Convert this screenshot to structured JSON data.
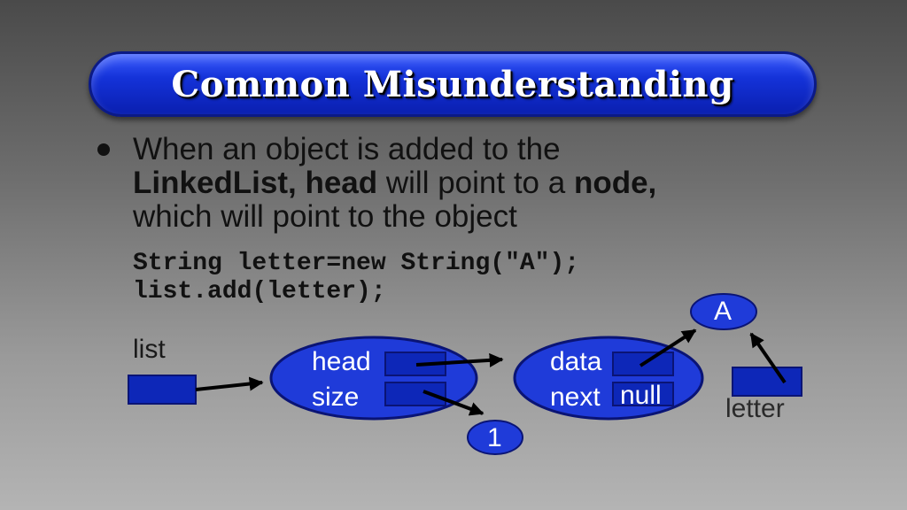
{
  "title": "Common Misunderstanding",
  "bullet": {
    "part1": "When an object is added to the",
    "part2_bold": "LinkedList, head",
    "part3": " will point to a ",
    "part4_bold": "node,",
    "part5": "which will point to the object"
  },
  "code": {
    "line1": "String letter=new String(\"A\");",
    "line2": "list.add(letter);"
  },
  "diagram": {
    "list_label": "list",
    "letter_label": "letter",
    "linkedlist_fields": [
      "head",
      "size"
    ],
    "node_fields": [
      "data",
      "next"
    ],
    "null_label": "null",
    "size_value": "1",
    "object_value": "A"
  },
  "colors": {
    "node_fill": "#1f3bd9",
    "node_stroke": "#0a1475",
    "box_fill": "#0d27b8",
    "arrow": "#000000"
  }
}
